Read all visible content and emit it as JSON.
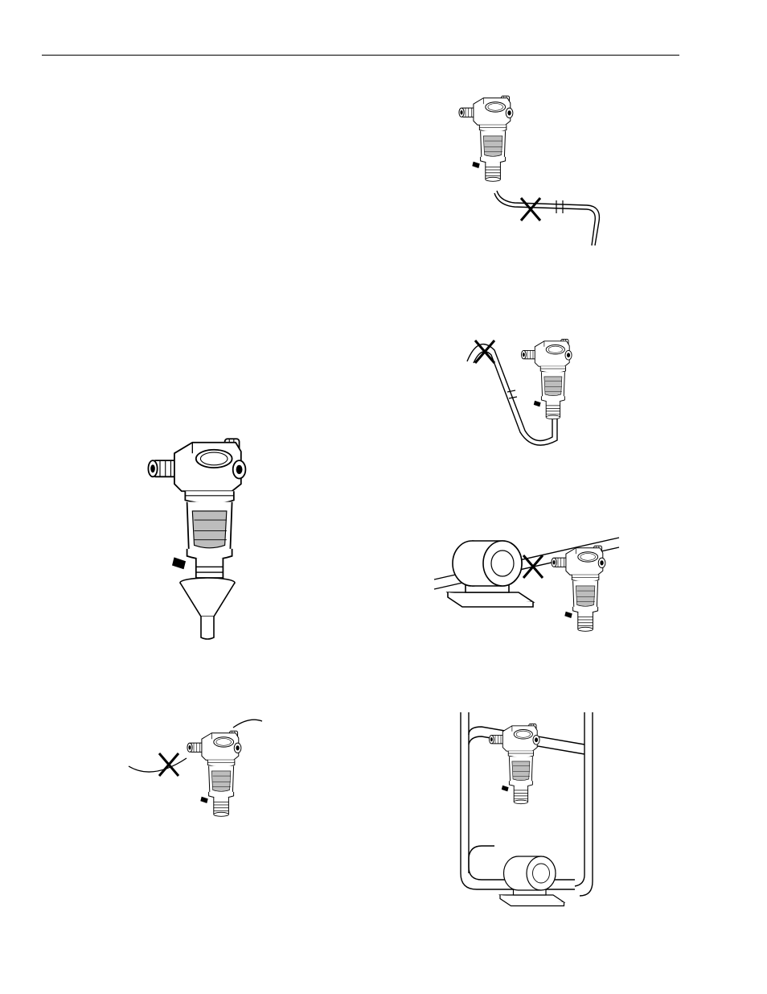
{
  "page": {
    "header_rule": true,
    "figures": [
      {
        "id": "filter-with-funnel",
        "crossed": false
      },
      {
        "id": "filter-pipe-bend-no-fitting",
        "crossed": true
      },
      {
        "id": "filter-hose-loop",
        "crossed": true
      },
      {
        "id": "filter-near-pump",
        "crossed": true
      },
      {
        "id": "filter-thin-hose",
        "crossed": true
      },
      {
        "id": "filter-bypass-with-pump",
        "crossed": false
      }
    ]
  },
  "colors": {
    "ink": "#000000",
    "bowl_shade": "#bdbdbd",
    "paper": "#ffffff"
  }
}
